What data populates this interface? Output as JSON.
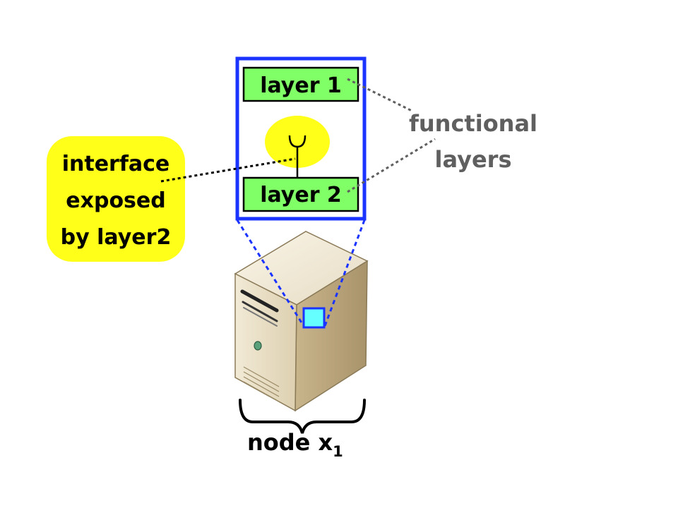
{
  "layers": {
    "layer1_label": "layer 1",
    "layer2_label": "layer 2"
  },
  "callout": {
    "lines": [
      "interface",
      "exposed",
      "by layer2"
    ]
  },
  "functional": {
    "lines": [
      "functional",
      "layers"
    ]
  },
  "node": {
    "label": "node x",
    "subscript": "1"
  },
  "colors": {
    "layer_fill": "#80ff66",
    "interface_fill": "#ffff1a",
    "container_border": "#1a33ff",
    "chip_fill": "#66ffff",
    "gray_text": "#5f5f5f"
  },
  "icons": {
    "server": "server-tower-icon",
    "interface": "interface-socket-icon",
    "component": "component-chip-icon"
  }
}
